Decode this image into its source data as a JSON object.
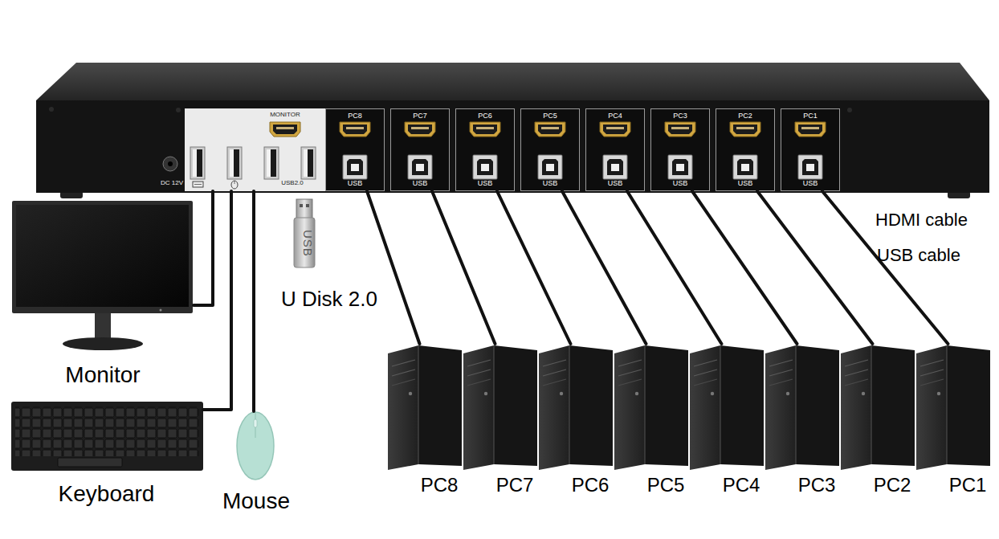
{
  "diagram": {
    "nodes": [
      {
        "text": [
          "DC 12V"
        ]
      },
      {
        "text": [
          "MONITOR",
          "USB2.0"
        ],
        "in": 0
      },
      {
        "text": [
          "PC8",
          "USB"
        ],
        "in": 0
      },
      {
        "text": [
          "PC7",
          "USB"
        ],
        "in": 0
      },
      {
        "text": [
          "PC6",
          "USB"
        ],
        "in": 0
      },
      {
        "text": [
          "PC5",
          "USB"
        ],
        "in": 0
      },
      {
        "text": [
          "PC4",
          "USB"
        ],
        "in": 0
      },
      {
        "text": [
          "PC3",
          "USB"
        ],
        "in": 0
      },
      {
        "text": [
          "PC2",
          "USB"
        ],
        "in": 0
      },
      {
        "text": [
          "PC1",
          "USB"
        ],
        "in": 0
      },
      {
        "text": [
          "Monitor"
        ]
      },
      {
        "text": [
          "Keyboard"
        ]
      },
      {
        "text": [
          "Mouse"
        ]
      },
      {
        "text": [
          "USB",
          "U Disk 2.0"
        ]
      },
      {
        "text": [
          "PC8"
        ]
      },
      {
        "text": [
          "PC7"
        ]
      },
      {
        "text": [
          "PC6"
        ]
      },
      {
        "text": [
          "PC5"
        ]
      },
      {
        "text": [
          "PC4"
        ]
      },
      {
        "text": [
          "PC3"
        ]
      },
      {
        "text": [
          "PC2"
        ]
      },
      {
        "text": [
          "PC1"
        ]
      }
    ],
    "edges": [
      {
        "from": 1,
        "to": 10,
        "arrow": "none"
      },
      {
        "from": 1,
        "to": 11,
        "arrow": "none"
      },
      {
        "from": 1,
        "to": 12,
        "arrow": "none"
      },
      {
        "from": 2,
        "to": 14,
        "arrow": "none"
      },
      {
        "from": 3,
        "to": 15,
        "arrow": "none"
      },
      {
        "from": 4,
        "to": 16,
        "arrow": "none"
      },
      {
        "from": 5,
        "to": 17,
        "arrow": "none"
      },
      {
        "from": 6,
        "to": 18,
        "arrow": "none"
      },
      {
        "from": 7,
        "to": 19,
        "arrow": "none"
      },
      {
        "from": 8,
        "to": 20,
        "arrow": "none"
      },
      {
        "from": 9,
        "to": 21,
        "arrow": "none"
      }
    ],
    "labels": [
      "HDMI cable",
      "USB cable"
    ]
  }
}
